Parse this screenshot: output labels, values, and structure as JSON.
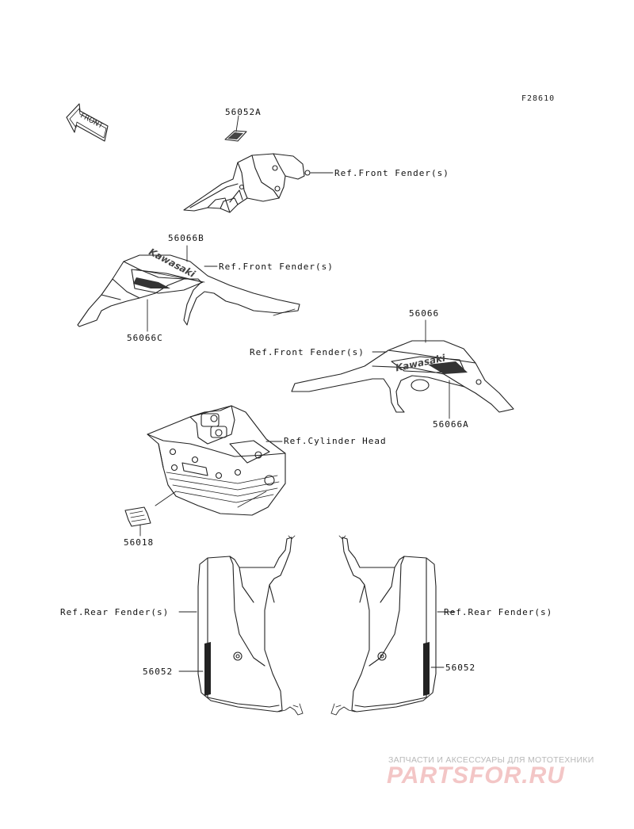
{
  "figure_id": "F28610",
  "front_arrow_text": "FRONT",
  "parts": {
    "p56052A": "56052A",
    "p56066B": "56066B",
    "p56066C": "56066C",
    "p56066": "56066",
    "p56066A": "56066A",
    "p56018": "56018",
    "p56052_left": "56052",
    "p56052_right": "56052"
  },
  "refs": {
    "front_fender_top": "Ref.Front Fender(s)",
    "front_fender_left": "Ref.Front Fender(s)",
    "front_fender_right": "Ref.Front Fender(s)",
    "cylinder_head": "Ref.Cylinder Head",
    "rear_fender_left": "Ref.Rear Fender(s)",
    "rear_fender_right": "Ref.Rear Fender(s)"
  },
  "decal_text": {
    "left_fender": "Kawasaki",
    "right_fender": "Kawasaki"
  },
  "watermark": {
    "subtitle": "ЗАПЧАСТИ И АКСЕССУАРЫ ДЛЯ МОТОТЕХНИКИ",
    "logo": "PARTSFOR.RU"
  }
}
